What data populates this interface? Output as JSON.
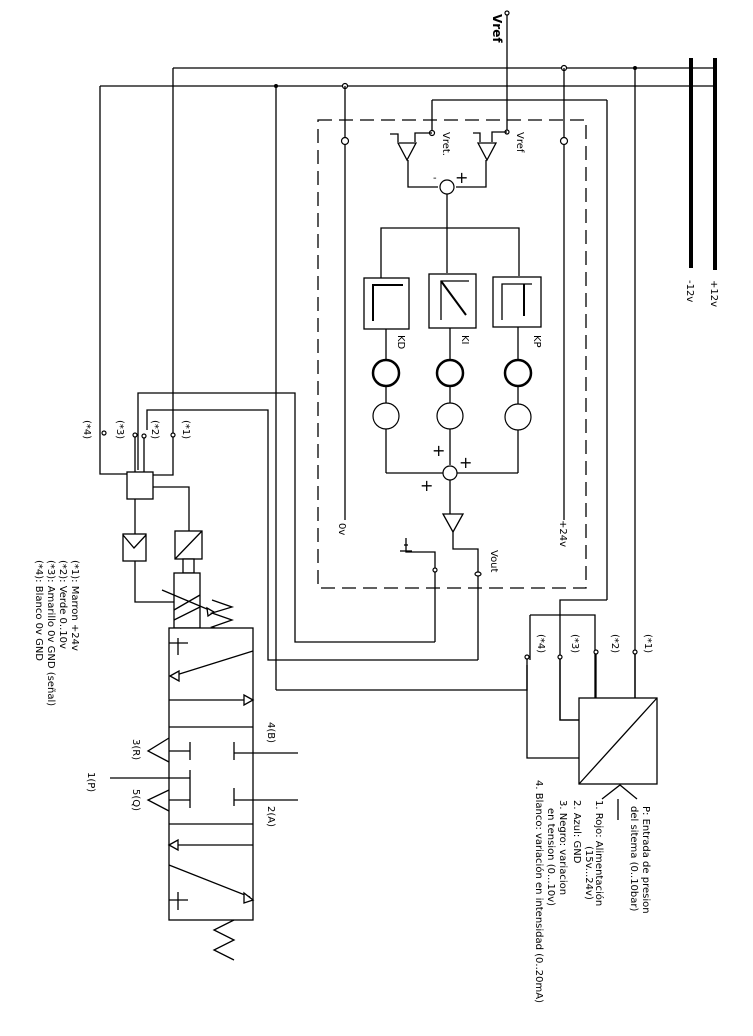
{
  "diagram": {
    "supply": {
      "positive_label": "+12v",
      "negative_label": "-12v"
    },
    "vref_input_label": "Vref",
    "controller": {
      "input_labels": [
        "Vret.",
        "Vref"
      ],
      "comparator_signs": {
        "minus": "-",
        "plus": "+"
      },
      "gain_blocks": [
        {
          "id": "KD",
          "label": "KD"
        },
        {
          "id": "KI",
          "label": "KI"
        },
        {
          "id": "KP",
          "label": "KP"
        }
      ],
      "sum_signs": [
        "+",
        "+",
        "+"
      ],
      "rail_labels": {
        "zero": "0v",
        "supply": "+24v"
      },
      "output_label": "Vout"
    },
    "valve_connector": {
      "pins": [
        "(*1)",
        "(*2)",
        "(*3)",
        "(*4)"
      ],
      "legend": [
        "(*1): Marron +24v",
        "(*2): Verde 0..10v",
        "(*3): Amarillo 0v GND (señal)",
        "(*4): Blanco 0v GND"
      ]
    },
    "valve": {
      "ports": [
        "4(B)",
        "2(A)",
        "3(R)",
        "1(P)",
        "5(Q)"
      ]
    },
    "pressure_sensor": {
      "pins": [
        "(*1)",
        "(*2)",
        "(*3)",
        "(*4)"
      ],
      "description": [
        "P: Entrada de presion",
        "del sitema (0..10bar)"
      ],
      "legend": [
        "1. Rojo:   Alimentación",
        "(15v...24v)",
        "2. Azul: GND",
        "3. Negro: variacion",
        "en tension (0...10v)",
        "4. Blanco: variación en intensidad  (0..20mA)"
      ]
    }
  }
}
